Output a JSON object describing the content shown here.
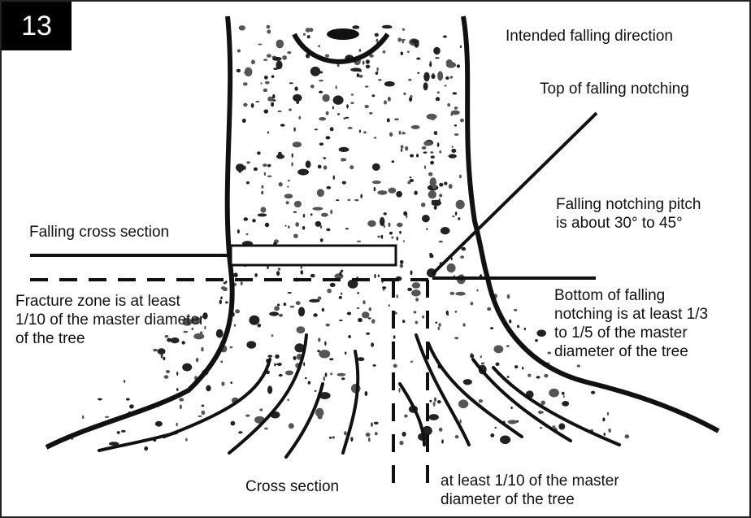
{
  "figure": {
    "number": "13",
    "labels": {
      "intended_direction": "Intended falling direction",
      "top_notching": "Top of falling notching",
      "pitch": "Falling notching pitch\nis about 30° to 45°",
      "cross_section_falling": "Falling cross section",
      "fracture_zone": "Fracture zone is at least\n1/10 of the master diameter\nof the tree",
      "bottom_notching": "Bottom of falling\nnotching is at least 1/3\nto 1/5 of the master\ndiameter of the tree",
      "cross_section": "Cross section",
      "at_least": "at least 1/10 of the master\ndiameter of the tree"
    }
  }
}
